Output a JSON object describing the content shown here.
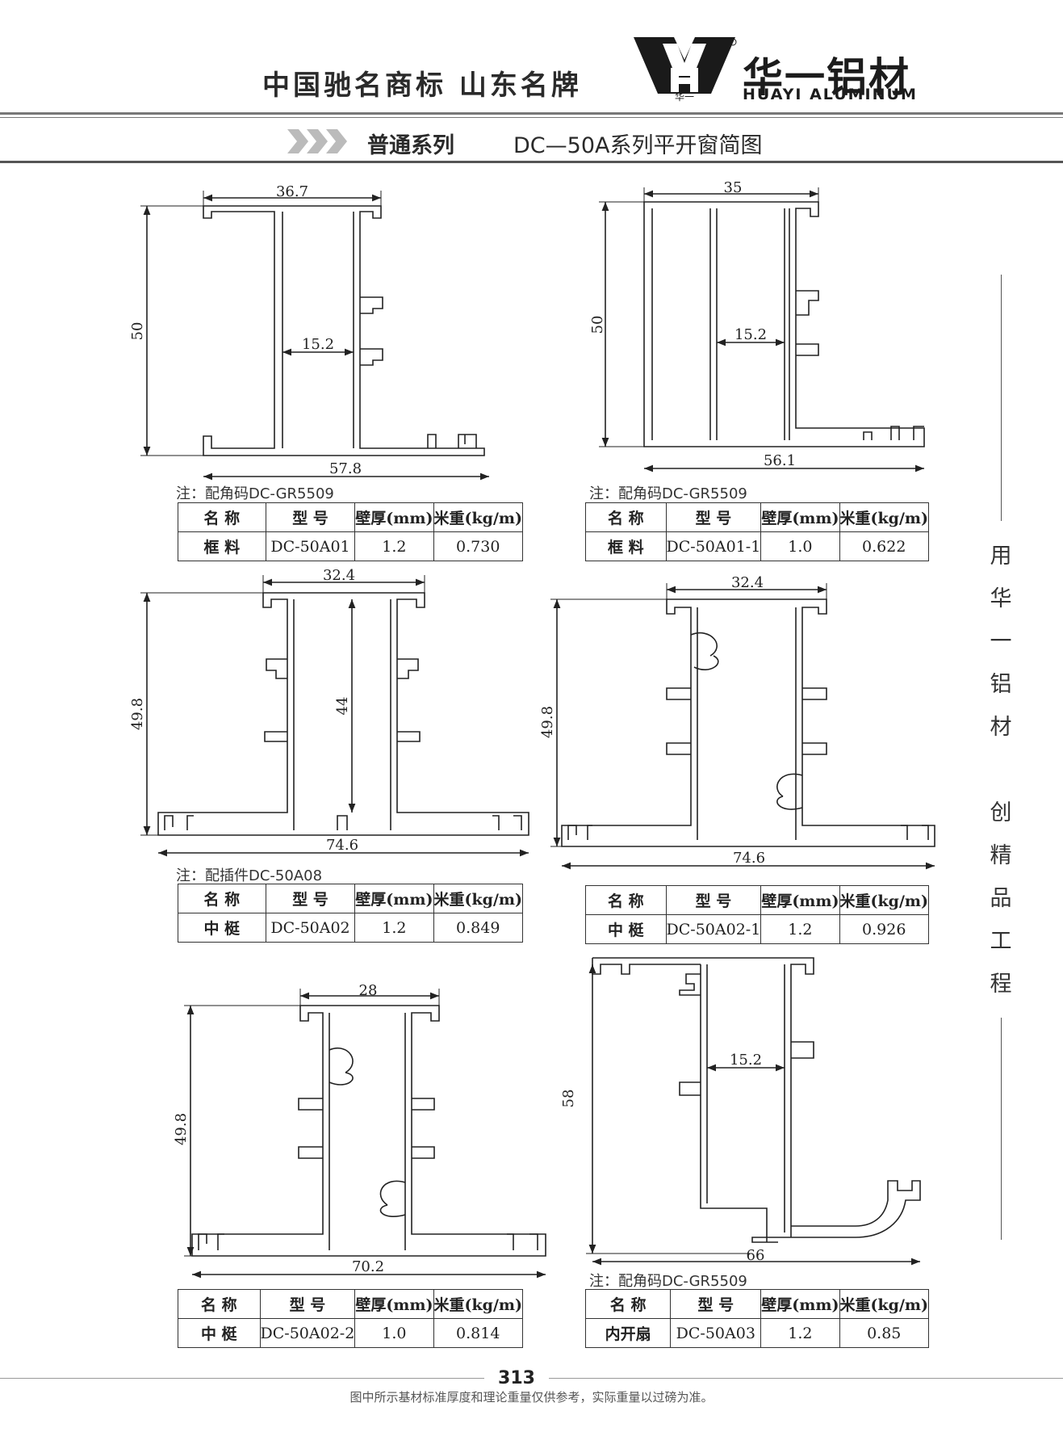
{
  "header": {
    "slogan": "中国驰名商标  山东名牌",
    "brand_cn": "华一铝材",
    "brand_en": "HUAYI ALUMINUM",
    "logo_text": "华一"
  },
  "subheader": {
    "series": "普通系列",
    "title": "DC—50A系列平开窗简图"
  },
  "table_headers": [
    "名 称",
    "型 号",
    "壁厚(mm)",
    "米重(kg/m)"
  ],
  "profiles": [
    {
      "dims": {
        "top": "36.7",
        "height": "50",
        "inner": "15.2",
        "bottom": "57.8"
      },
      "note": "注：配角码DC-GR5509",
      "row": [
        "框 料",
        "DC-50A01",
        "1.2",
        "0.730"
      ]
    },
    {
      "dims": {
        "top": "35",
        "height": "50",
        "inner": "15.2",
        "bottom": "56.1"
      },
      "note": "注：配角码DC-GR5509",
      "row": [
        "框 料",
        "DC-50A01-1",
        "1.0",
        "0.622"
      ]
    },
    {
      "dims": {
        "top": "32.4",
        "height": "49.8",
        "inner": "44",
        "bottom": "74.6"
      },
      "note": "注：配插件DC-50A08",
      "row": [
        "中 梃",
        "DC-50A02",
        "1.2",
        "0.849"
      ]
    },
    {
      "dims": {
        "top": "32.4",
        "height": "49.8",
        "bottom": "74.6"
      },
      "note": "",
      "row": [
        "中 梃",
        "DC-50A02-1",
        "1.2",
        "0.926"
      ]
    },
    {
      "dims": {
        "top": "28",
        "height": "49.8",
        "bottom": "70.2"
      },
      "note": "",
      "row": [
        "中 梃",
        "DC-50A02-2",
        "1.0",
        "0.814"
      ]
    },
    {
      "dims": {
        "height": "58",
        "inner": "15.2",
        "bottom": "66"
      },
      "note": "注：配角码DC-GR5509",
      "row": [
        "内开扇",
        "DC-50A03",
        "1.2",
        "0.85"
      ]
    }
  ],
  "side_text": [
    "用",
    "华",
    "一",
    "铝",
    "材",
    "",
    "创",
    "精",
    "品",
    "工",
    "程"
  ],
  "footer": {
    "page_number": "313",
    "disclaimer": "图中所示基材标准厚度和理论重量仅供参考，实际重量以过磅为准。"
  }
}
